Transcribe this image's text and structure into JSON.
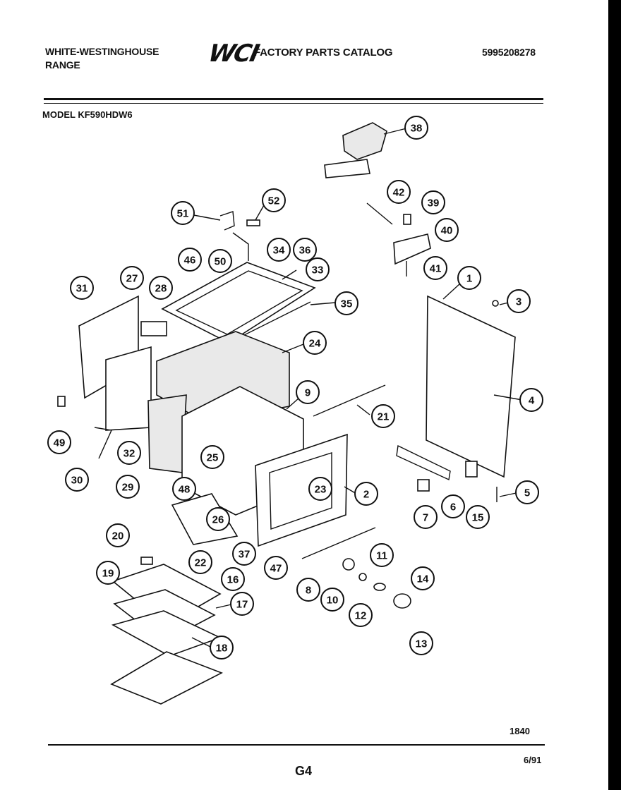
{
  "header": {
    "brand_line1": "WHITE-WESTINGHOUSE",
    "brand_line2": "RANGE",
    "logo_text": "WCI",
    "catalog_title": "FACTORY PARTS CATALOG",
    "part_number": "5995208278"
  },
  "model": "MODEL KF590HDW6",
  "footer": {
    "code": "1840",
    "page": "G4",
    "date": "6/91"
  },
  "callouts": [
    "38",
    "42",
    "39",
    "40",
    "41",
    "51",
    "52",
    "34",
    "36",
    "33",
    "50",
    "46",
    "35",
    "31",
    "27",
    "28",
    "1",
    "3",
    "24",
    "9",
    "4",
    "21",
    "49",
    "25",
    "32",
    "23",
    "2",
    "5",
    "30",
    "29",
    "48",
    "7",
    "6",
    "15",
    "26",
    "22",
    "37",
    "20",
    "47",
    "11",
    "19",
    "8",
    "10",
    "16",
    "17",
    "14",
    "12",
    "13",
    "18"
  ]
}
